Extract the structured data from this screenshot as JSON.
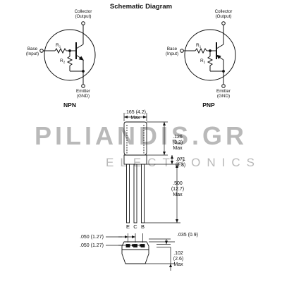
{
  "title": "Schematic Diagram",
  "watermark": {
    "main": "PILIANDIS.GR",
    "sub": "ELECTRONICS",
    "color": "#b9b9b9"
  },
  "npn": {
    "label": "NPN",
    "collector": [
      "Collector",
      "(Output)"
    ],
    "base": [
      "Base",
      "(Input)"
    ],
    "emitter": [
      "Emitter",
      "(GND)"
    ],
    "r1": "R",
    "r1_sub": "1",
    "r2": "R",
    "r2_sub": "2"
  },
  "pnp": {
    "label": "PNP",
    "collector": [
      "Collector",
      "(Output)"
    ],
    "base": [
      "Base",
      "(Input)"
    ],
    "emitter": [
      "Emitter",
      "(GND)"
    ],
    "r1": "R",
    "r1_sub": "1",
    "r2": "R",
    "r2_sub": "2"
  },
  "dimensions": {
    "body_width": ".165 (4.2)",
    "body_width_max": "Max",
    "top_height": [
      ".126",
      "(3.2)",
      "Max"
    ],
    "shoulder": [
      ".071",
      "(1.8)"
    ],
    "lead_length": [
      ".500",
      "(12.7)",
      "Max"
    ],
    "pitch_1": ".050 (1.27)",
    "pitch_2": ".050 (1.27)",
    "lead_thickness": ".035 (0.9)",
    "body_depth": [
      ".102",
      "(2.6)",
      "Max"
    ]
  },
  "pins": [
    "E",
    "C",
    "B"
  ]
}
